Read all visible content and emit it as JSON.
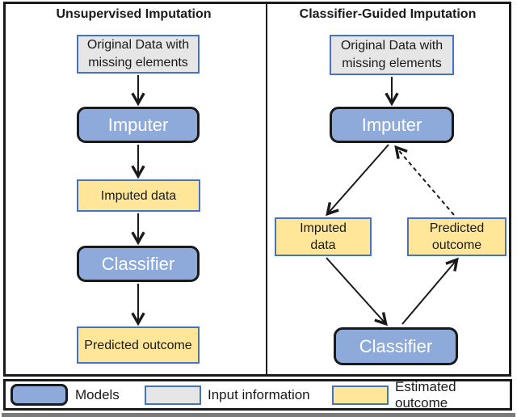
{
  "figure": {
    "left_panel": {
      "title": "Unsupervised Imputation",
      "nodes": {
        "original_data": {
          "line1": "Original Data with",
          "line2": "missing elements"
        },
        "imputer": {
          "label": "Imputer"
        },
        "imputed_data": {
          "label": "Imputed data"
        },
        "classifier": {
          "label": "Classifier"
        },
        "predicted_outcome": {
          "label": "Predicted outcome"
        }
      }
    },
    "right_panel": {
      "title": "Classifier-Guided Imputation",
      "nodes": {
        "original_data": {
          "line1": "Original Data with",
          "line2": "missing elements"
        },
        "imputer": {
          "label": "Imputer"
        },
        "imputed_data": {
          "line1": "Imputed",
          "line2": "data"
        },
        "predicted_outcome": {
          "line1": "Predicted",
          "line2": "outcome"
        },
        "classifier": {
          "label": "Classifier"
        }
      }
    },
    "legend": {
      "items": [
        {
          "label": "Models"
        },
        {
          "label": "Input information"
        },
        {
          "label": "Estimated outcome"
        }
      ]
    },
    "colors": {
      "model_fill": "#8EAADB",
      "input_fill": "#E7E6E6",
      "outcome_fill": "#FFE699",
      "box_blue_border": "#4472C4",
      "line_color": "#1a1a1a"
    }
  }
}
